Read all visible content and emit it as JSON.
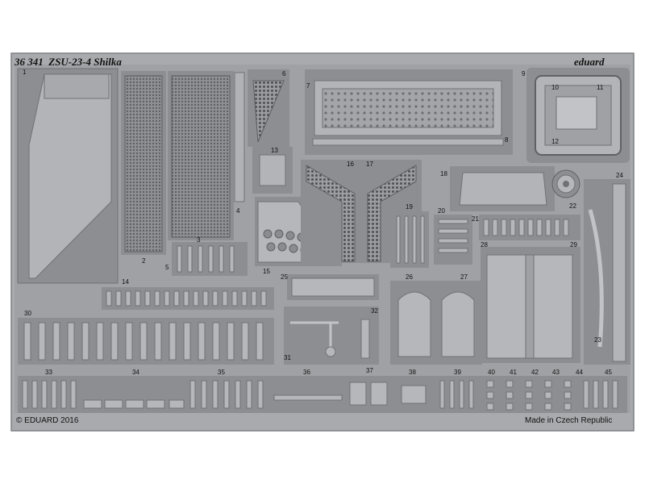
{
  "sheet": {
    "code": "36 341",
    "name": "ZSU-23-4 Shilka",
    "brand": "eduard",
    "copyright": "© EDUARD 2016",
    "origin": "Made in Czech Republic",
    "metal_color": "#a9abad",
    "frame_color": "#8e9093"
  },
  "part_numbers": [
    "1",
    "2",
    "3",
    "4",
    "5",
    "6",
    "7",
    "8",
    "9",
    "10",
    "11",
    "12",
    "13",
    "14",
    "15",
    "16",
    "17",
    "18",
    "19",
    "20",
    "21",
    "22",
    "23",
    "24",
    "25",
    "26",
    "27",
    "28",
    "29",
    "30",
    "31",
    "32",
    "33",
    "34",
    "35",
    "36",
    "37",
    "38",
    "39",
    "40",
    "41",
    "42",
    "43",
    "44",
    "45"
  ]
}
